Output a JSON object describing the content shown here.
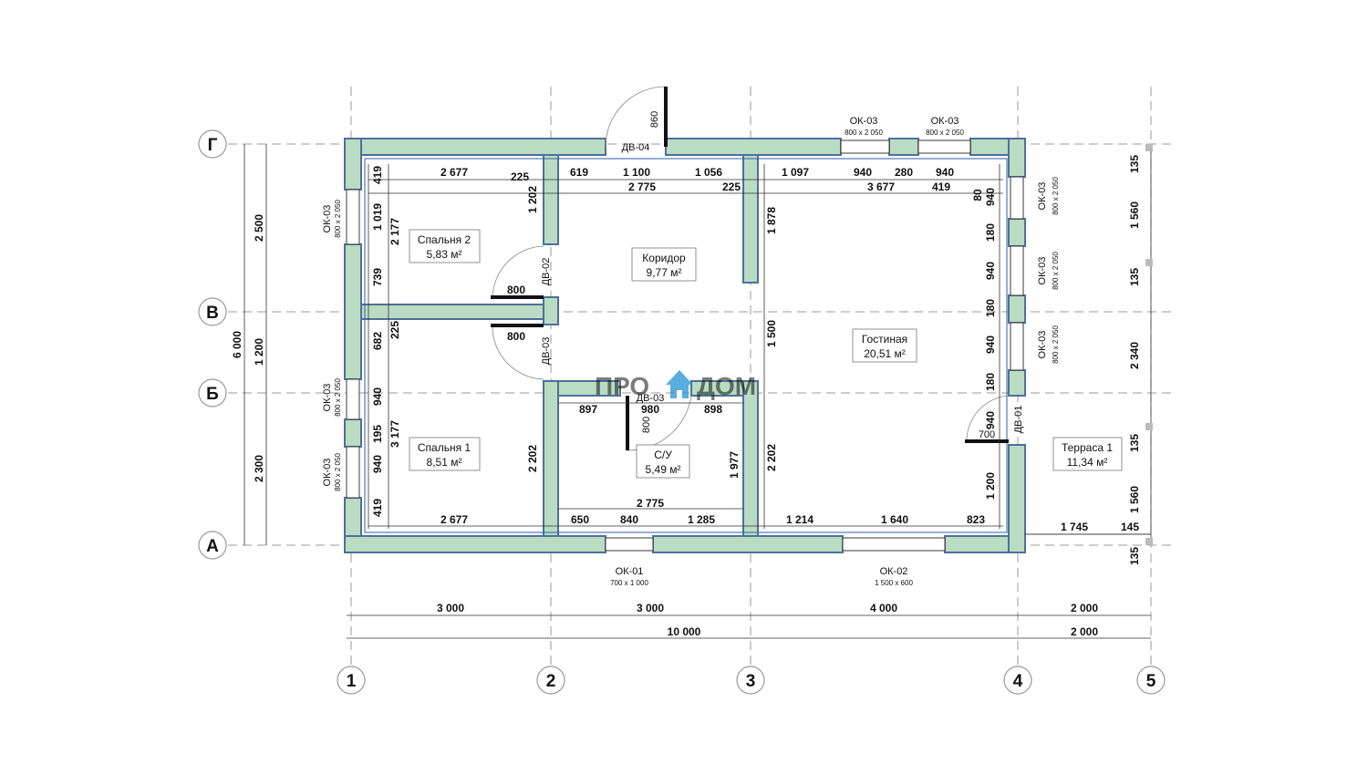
{
  "axes": {
    "rows": [
      "Г",
      "В",
      "Б",
      "А"
    ],
    "cols": [
      "1",
      "2",
      "3",
      "4",
      "5"
    ]
  },
  "rooms": [
    {
      "name": "Спальня 2",
      "area": "5,83 м²"
    },
    {
      "name": "Коридор",
      "area": "9,77 м²"
    },
    {
      "name": "Гостиная",
      "area": "20,51 м²"
    },
    {
      "name": "Спальня 1",
      "area": "8,51 м²"
    },
    {
      "name": "С/У",
      "area": "5,49 м²"
    },
    {
      "name": "Терраса 1",
      "area": "11,34 м²"
    }
  ],
  "doors": [
    "ДВ-04",
    "ДВ-02",
    "ДВ-03",
    "ДВ-03",
    "ДВ-01"
  ],
  "windows": {
    "top": [
      {
        "code": "ОК-03",
        "size": "800 х 2 050"
      },
      {
        "code": "ОК-03",
        "size": "800 х 2 050"
      }
    ],
    "left": [
      {
        "code": "ОК-03",
        "size": "800 х 2 050"
      },
      {
        "code": "ОК-03",
        "size": "800 х 2 050"
      },
      {
        "code": "ОК-03",
        "size": "800 х 2 050"
      }
    ],
    "right": [
      {
        "code": "ОК-03",
        "size": "800 х 2 050"
      },
      {
        "code": "ОК-03",
        "size": "800 х 2 050"
      },
      {
        "code": "ОК-03",
        "size": "800 х 2 050"
      }
    ],
    "bottom": [
      {
        "code": "ОК-01",
        "size": "700 х 1 000"
      },
      {
        "code": "ОК-02",
        "size": "1 500 х 600"
      }
    ]
  },
  "dims": {
    "bottom_row1": [
      "3 000",
      "3 000",
      "4 000",
      "2 000"
    ],
    "bottom_row2": [
      "10 000",
      "2 000"
    ],
    "left_outer": [
      "6 000"
    ],
    "left_mid": [
      "2 500",
      "1 200",
      "2 300"
    ],
    "right_terrace": [
      "135",
      "1 560",
      "135",
      "2 340",
      "135",
      "1 560",
      "135"
    ],
    "interior": [
      "2 677",
      "225",
      "619",
      "1 100",
      "1 056",
      "1 097",
      "940",
      "280",
      "940",
      "2 775",
      "225",
      "3 677",
      "419",
      "80",
      "419",
      "1 019",
      "2 177",
      "739",
      "1 202",
      "1 878",
      "800",
      "800",
      "225",
      "682",
      "940",
      "3 177",
      "195",
      "940",
      "419",
      "897",
      "980",
      "898",
      "800",
      "1 500",
      "2 202",
      "1 977",
      "2 202",
      "940",
      "180",
      "940",
      "180",
      "940",
      "180",
      "940",
      "700",
      "1 200",
      "2 677",
      "2 775",
      "650",
      "840",
      "1 285",
      "1 214",
      "1 640",
      "823",
      "1 745",
      "145",
      "860"
    ]
  },
  "logo": {
    "left": "ПРО",
    "right": "ДОМ"
  }
}
